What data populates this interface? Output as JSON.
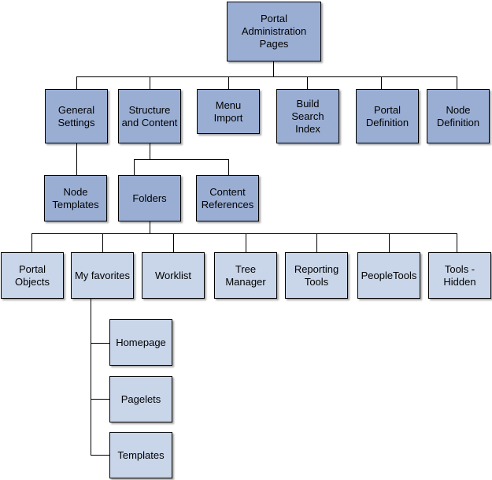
{
  "nodes": {
    "root": "Portal\nAdministration\nPages",
    "general_settings": "General\nSettings",
    "structure_and_content": "Structure\nand Content",
    "menu_import": "Menu\nImport",
    "build_search_index": "Build\nSearch\nIndex",
    "portal_definition": "Portal\nDefinition",
    "node_definition": "Node\nDefinition",
    "node_templates": "Node\nTemplates",
    "folders": "Folders",
    "content_references": "Content\nReferences",
    "portal_objects": "Portal\nObjects",
    "my_favorites": "My favorites",
    "worklist": "Worklist",
    "tree_manager": "Tree\nManager",
    "reporting_tools": "Reporting\nTools",
    "peopletools": "PeopleTools",
    "tools_hidden": "Tools -\nHidden",
    "homepage": "Homepage",
    "pagelets": "Pagelets",
    "templates": "Templates"
  },
  "colors": {
    "upper_fill": "#9aaed4",
    "lower_fill": "#c9d6ea",
    "border": "#000000"
  }
}
